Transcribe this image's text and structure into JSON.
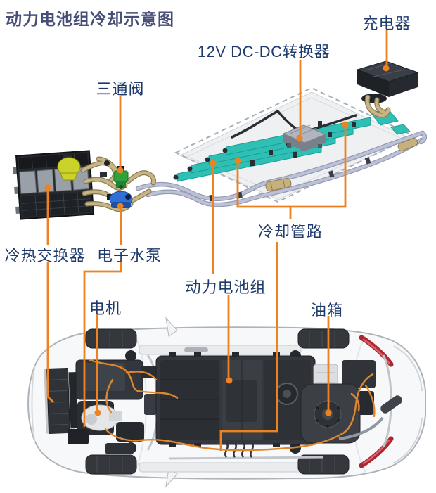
{
  "title": {
    "text": "动力电池组冷却示意图"
  },
  "labels": {
    "charger": {
      "text": "充电器"
    },
    "dcdc_converter": {
      "text": "12V DC-DC转换器"
    },
    "three_way_valve": {
      "text": "三通阀"
    },
    "heat_exchanger": {
      "text": "冷热交换器"
    },
    "water_pump": {
      "text": "电子水泵"
    },
    "cooling_pipes": {
      "text": "冷却管路"
    },
    "battery_pack": {
      "text": "动力电池组"
    },
    "motor": {
      "text": "电机"
    },
    "fuel_tank": {
      "text": "油箱"
    }
  },
  "colors": {
    "background": "#FFFFFF",
    "leader": "#EE8220",
    "labelText": "#1E3A6D",
    "titleText": "#474F78",
    "teal": "#2FBFB4",
    "tealDark": "#1A9E95",
    "hoseTan": "#C8B586",
    "pipeLavender": "#BCC1D6",
    "valveGreen": "#2FA23B",
    "pumpBlue": "#2F6FD6",
    "reservoirYellow": "#CBD32B",
    "taillightRed": "#AD2731"
  }
}
